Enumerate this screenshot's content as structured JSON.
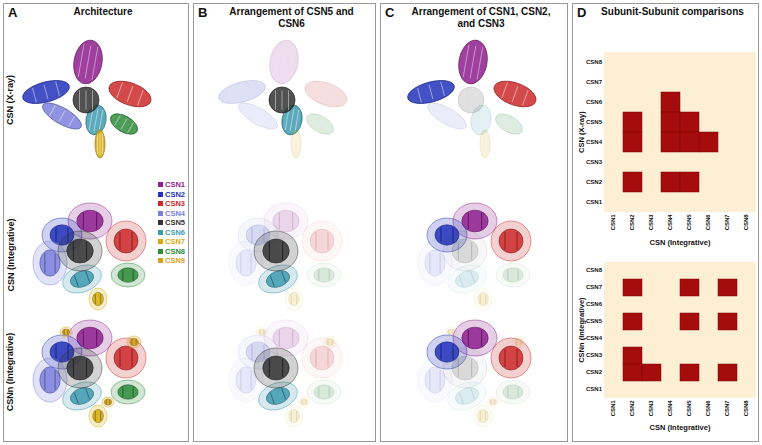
{
  "diagram": {
    "nodes": [
      {
        "text": [
          "A",
          "Architecture"
        ]
      },
      {
        "text": [
          "B",
          "Arrangement of CSN5 and CSN6"
        ]
      },
      {
        "text": [
          "C",
          "Arrangement of CSN1, CSN2, and CSN3"
        ]
      },
      {
        "text": [
          "D",
          "Subunit-Subunit comparisons"
        ]
      }
    ],
    "labels": [
      "CSN (X-ray)",
      "CSN (Integrative)",
      "CSNn (Integrative)",
      "CSN (X-ray)",
      "CSN8",
      "CSN7",
      "CSN6",
      "CSN5",
      "CSN4",
      "CSN3",
      "CSN2",
      "CSN1",
      "CSN1",
      "CSN2",
      "CSN3",
      "CSN4",
      "CSN5",
      "CSN6",
      "CSN7",
      "CSN8",
      "CSN (Integrative)",
      "CSNn (Integrative)",
      "CSN8",
      "CSN7",
      "CSN6",
      "CSN5",
      "CSN4",
      "CSN3",
      "CSN2",
      "CSN1",
      "CSN1",
      "CSN2",
      "CSN3",
      "CSN4",
      "CSN5",
      "CSN6",
      "CSN7",
      "CSN8",
      "CSN (Integrative)"
    ],
    "legend": [
      {
        "text": "CSN1",
        "color": "#8e1f8e"
      },
      {
        "text": "CSN2",
        "color": "#2233bb"
      },
      {
        "text": "CSN3",
        "color": "#cc2a2a"
      },
      {
        "text": "CSN4",
        "color": "#7b80dd"
      },
      {
        "text": "CSN5",
        "color": "#333333"
      },
      {
        "text": "CSN6",
        "color": "#3f9bb0"
      },
      {
        "text": "CSN7",
        "color": "#d4ac10"
      },
      {
        "text": "CSN8",
        "color": "#2e8b3a"
      },
      {
        "text": "CSN9",
        "color": "#d9a21b"
      }
    ]
  }
}
